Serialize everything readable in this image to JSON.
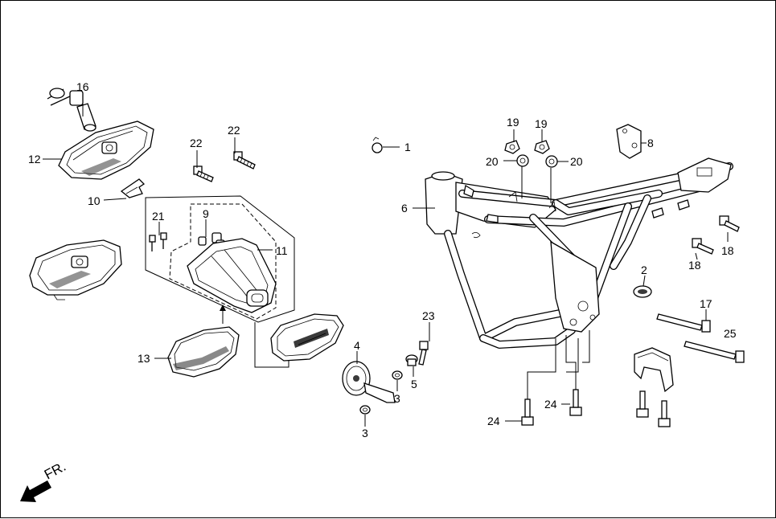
{
  "direction_label": "FR.",
  "callouts": {
    "c1": "1",
    "c2": "2",
    "c3a": "3",
    "c3b": "3",
    "c4": "4",
    "c5": "5",
    "c6": "6",
    "c8": "8",
    "c9": "9",
    "c10": "10",
    "c11": "11",
    "c12": "12",
    "c13": "13",
    "c16": "16",
    "c17": "17",
    "c18a": "18",
    "c18b": "18",
    "c19a": "19",
    "c19b": "19",
    "c20a": "20",
    "c20b": "20",
    "c21": "21",
    "c22a": "22",
    "c22b": "22",
    "c23": "23",
    "c24a": "24",
    "c24b": "24",
    "c25": "25"
  }
}
